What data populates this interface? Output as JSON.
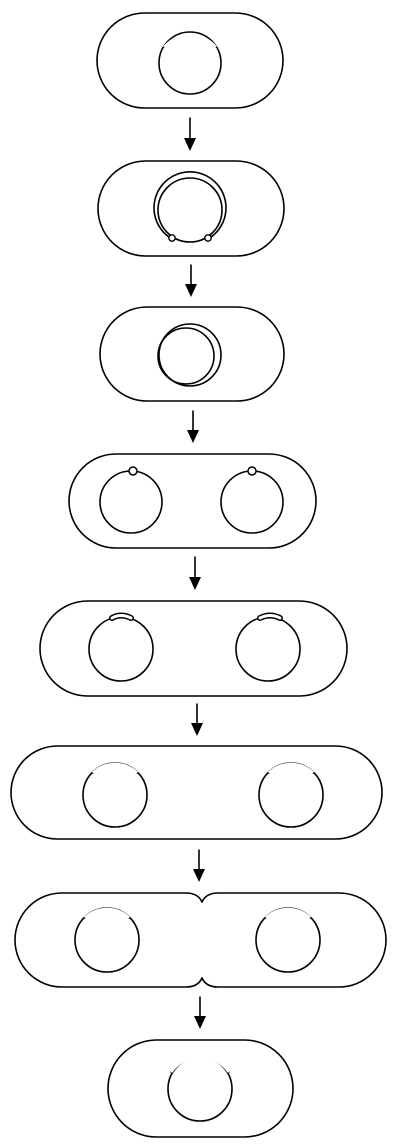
{
  "diagram": {
    "description": "",
    "stages": [
      {
        "id": 1
      },
      {
        "id": 2
      },
      {
        "id": 3
      },
      {
        "id": 4
      },
      {
        "id": 5
      },
      {
        "id": 6
      },
      {
        "id": 7
      },
      {
        "id": 8
      }
    ],
    "arrows": [
      {
        "from": 1,
        "to": 2
      },
      {
        "from": 2,
        "to": 3
      },
      {
        "from": 3,
        "to": 4
      },
      {
        "from": 4,
        "to": 5
      },
      {
        "from": 5,
        "to": 6
      },
      {
        "from": 6,
        "to": 7
      },
      {
        "from": 7,
        "to": 8
      }
    ],
    "colors": {
      "stroke": "#000000",
      "background": "#ffffff"
    }
  }
}
